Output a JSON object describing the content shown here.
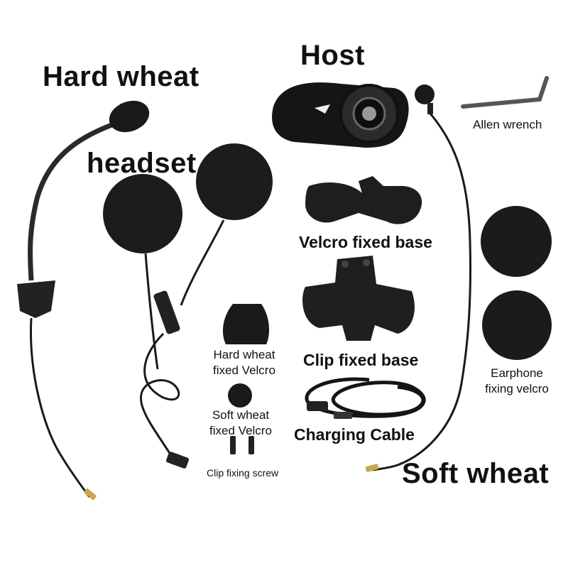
{
  "labels": {
    "host": "Host",
    "hard_wheat": "Hard wheat",
    "headset": "headset",
    "allen_wrench": "Allen wrench",
    "velcro_fixed_base": "Velcro fixed base",
    "hard_wheat_fixed_velcro_line1": "Hard wheat",
    "hard_wheat_fixed_velcro_line2": "fixed Velcro",
    "clip_fixed_base": "Clip fixed base",
    "earphone_fixing_velcro_line1": "Earphone",
    "earphone_fixing_velcro_line2": "fixing velcro",
    "soft_wheat_fixed_velcro_line1": "Soft wheat",
    "soft_wheat_fixed_velcro_line2": "fixed Velcro",
    "charging_cable": "Charging Cable",
    "clip_fixing_screw": "Clip fixing screw",
    "soft_wheat": "Soft wheat"
  }
}
